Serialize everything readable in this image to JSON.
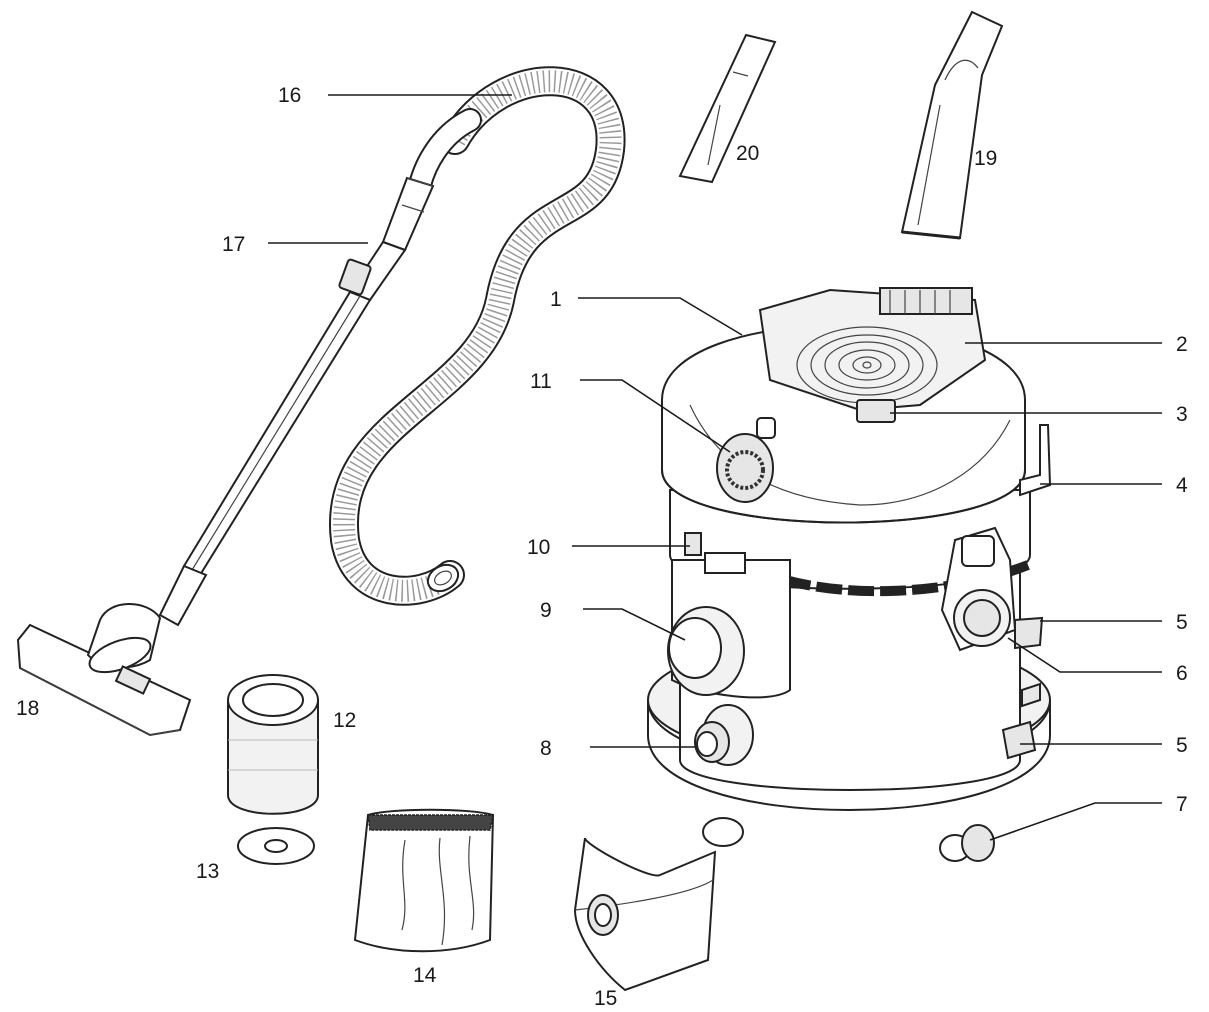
{
  "callouts": [
    {
      "id": "c1",
      "text": "1"
    },
    {
      "id": "c2",
      "text": "2"
    },
    {
      "id": "c3",
      "text": "3"
    },
    {
      "id": "c4",
      "text": "4"
    },
    {
      "id": "c5a",
      "text": "5"
    },
    {
      "id": "c5b",
      "text": "5"
    },
    {
      "id": "c6",
      "text": "6"
    },
    {
      "id": "c7",
      "text": "7"
    },
    {
      "id": "c8",
      "text": "8"
    },
    {
      "id": "c9",
      "text": "9"
    },
    {
      "id": "c10",
      "text": "10"
    },
    {
      "id": "c11",
      "text": "11"
    },
    {
      "id": "c12",
      "text": "12"
    },
    {
      "id": "c13",
      "text": "13"
    },
    {
      "id": "c14",
      "text": "14"
    },
    {
      "id": "c15",
      "text": "15"
    },
    {
      "id": "c16",
      "text": "16"
    },
    {
      "id": "c17",
      "text": "17"
    },
    {
      "id": "c18",
      "text": "18"
    },
    {
      "id": "c19",
      "text": "19"
    },
    {
      "id": "c20",
      "text": "20"
    }
  ]
}
